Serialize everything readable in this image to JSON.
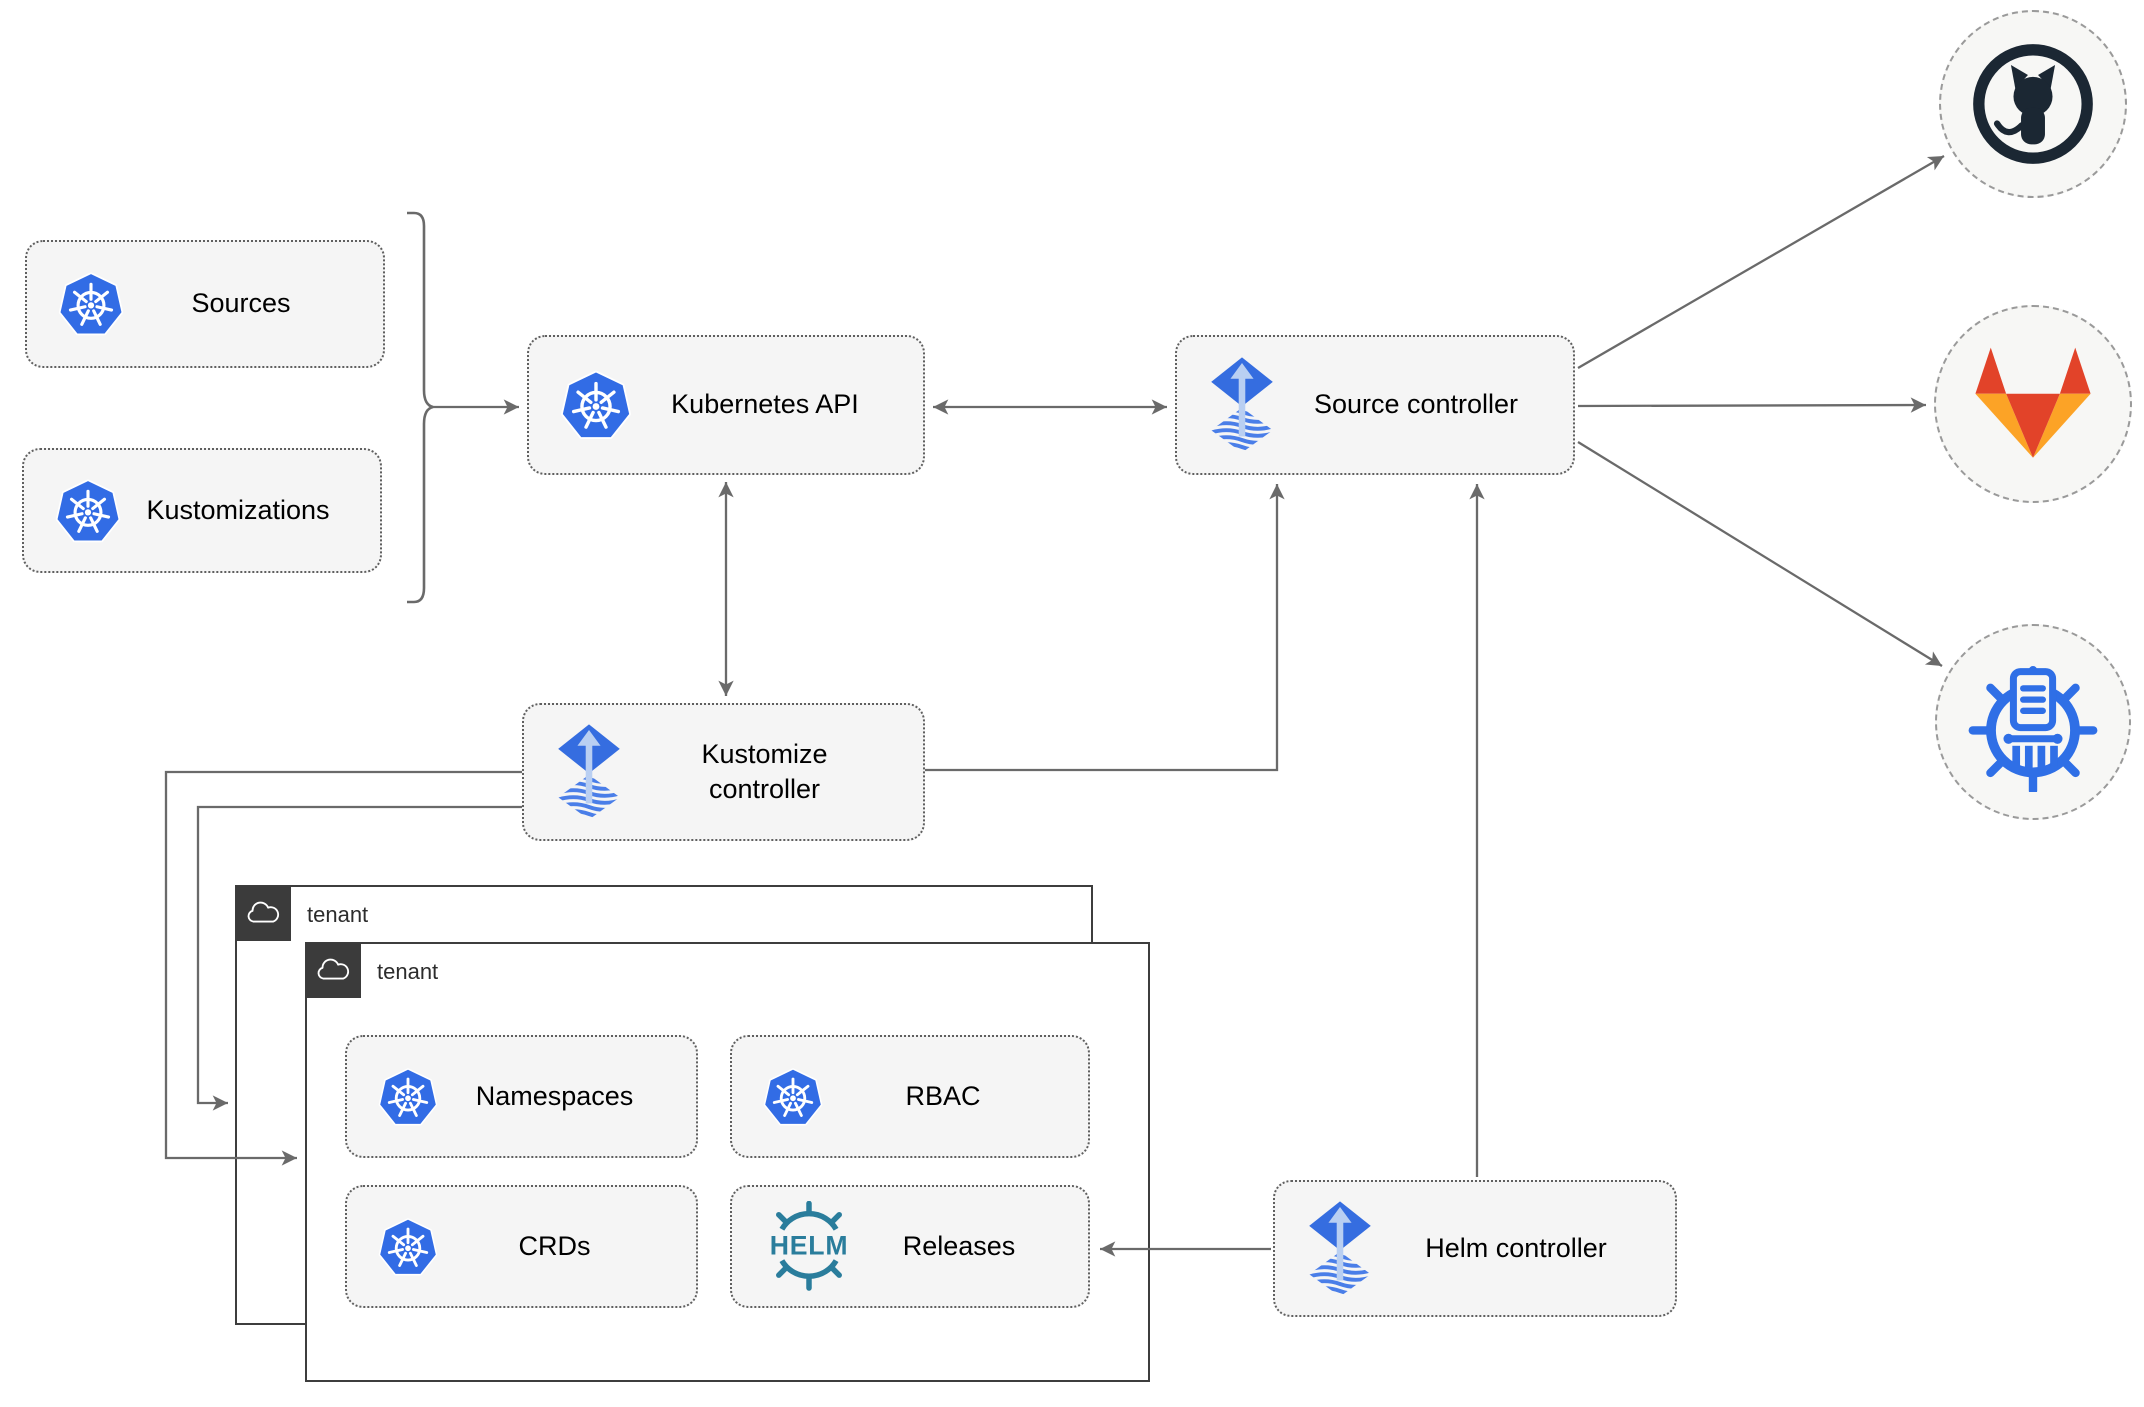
{
  "diagram": {
    "nodes": {
      "sources": {
        "label": "Sources"
      },
      "kustomizations": {
        "label": "Kustomizations"
      },
      "kubernetes_api": {
        "label": "Kubernetes API"
      },
      "source_controller": {
        "label": "Source controller"
      },
      "kustomize_controller": {
        "label": "Kustomize controller"
      },
      "helm_controller": {
        "label": "Helm controller"
      },
      "namespaces": {
        "label": "Namespaces"
      },
      "rbac": {
        "label": "RBAC"
      },
      "crds": {
        "label": "CRDs"
      },
      "releases": {
        "label": "Releases"
      }
    },
    "groups": {
      "tenant_back": {
        "label": "tenant"
      },
      "tenant_front": {
        "label": "tenant"
      }
    },
    "icons": {
      "helm_text": "HELM",
      "kubernetes": "kubernetes-logo",
      "flux": "flux-logo",
      "github": "github-logo",
      "gitlab": "gitlab-logo",
      "chart_repository": "chart-repository-logo",
      "cloud": "cloud-icon"
    },
    "colors": {
      "kubernetes_blue": "#326CE5",
      "flux_blue": "#356DE0",
      "flux_arrow_light": "#B9CFF2",
      "helm_teal": "#2A7D9C",
      "github_dark": "#1B2733",
      "gitlab_red_orange": "#E24329",
      "gitlab_light_orange": "#FCA326",
      "chart_repo_blue": "#2F6FE6",
      "node_fill": "#F5F5F5",
      "edge_gray": "#6A6A6A",
      "tenant_tab_dark": "#3B3B3B"
    }
  }
}
